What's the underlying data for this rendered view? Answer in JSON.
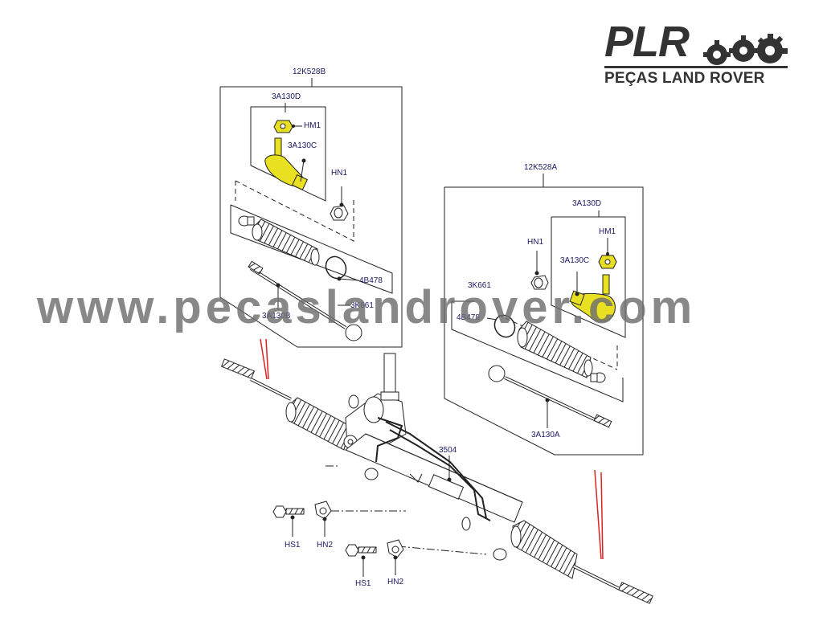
{
  "logo": {
    "brand": "PLR",
    "tagline": "PEÇAS LAND ROVER",
    "icon": "gears-icon"
  },
  "watermark": "www.pecaslandrover.com",
  "colors": {
    "highlight": "#e8e020",
    "label": "#1a1a66",
    "line": "#222222",
    "logo": "#333333",
    "arrow": "#dd2222"
  },
  "labels": {
    "kit_left": "12K528B",
    "kit_right": "12K528A",
    "tie_rod_end_kit_left": "3A130D",
    "tie_rod_end_kit_right": "3A130D",
    "nut_hm1_left": "HM1",
    "nut_hm1_right": "HM1",
    "tie_rod_end_left": "3A130C",
    "tie_rod_end_right": "3A130C",
    "nut_hn1_left": "HN1",
    "nut_hn1_right": "HN1",
    "clip_left": "4B478",
    "clip_right": "4B478",
    "boot_left": "3K661",
    "boot_right": "3K661",
    "inner_rod_left": "3A130B",
    "inner_rod_right": "3A130A",
    "steering_gear": "3504",
    "bolt_hs1_a": "HS1",
    "nut_hn2_a": "HN2",
    "bolt_hs1_b": "HS1",
    "nut_hn2_b": "HN2"
  }
}
